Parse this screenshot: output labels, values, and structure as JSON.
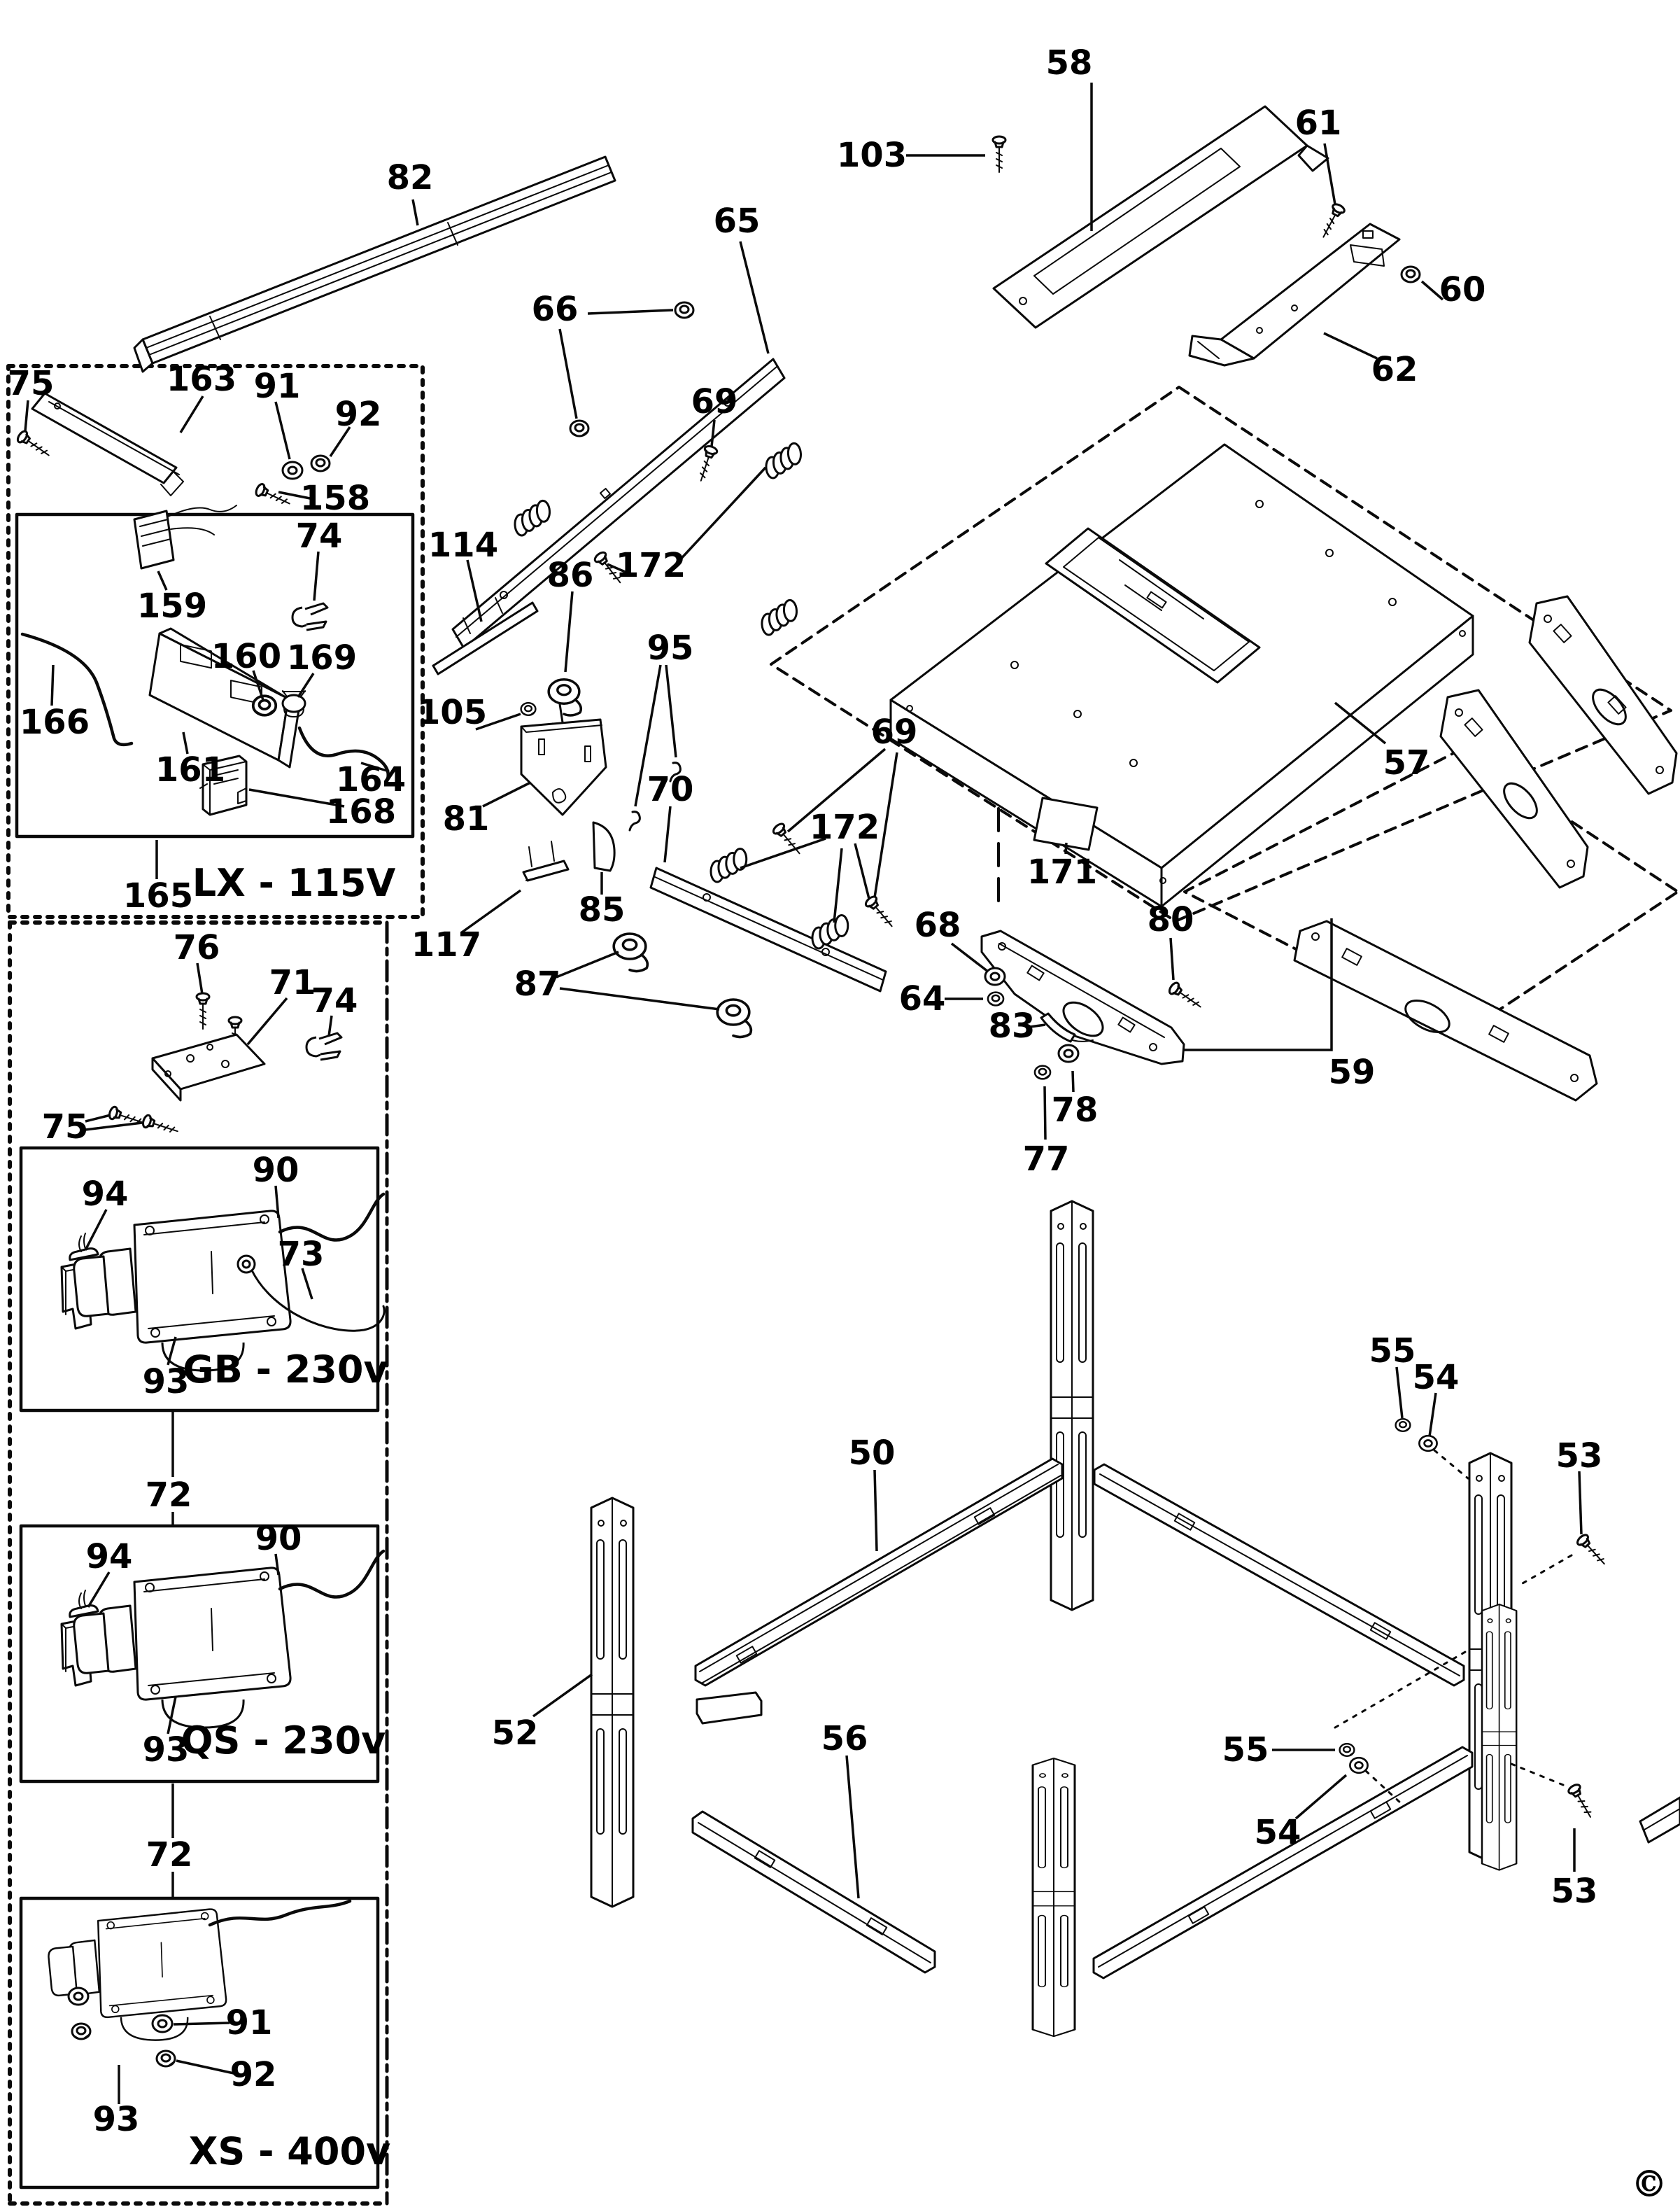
{
  "diagram": {
    "kind": "exploded-parts-diagram",
    "subject": "table saw bench / stand assembly service parts",
    "background_color": "#ffffff",
    "line_color": "#0a0a0a"
  },
  "callouts": {
    "50": "50",
    "52": "52",
    "53": "53",
    "54": "54",
    "55": "55",
    "56": "56",
    "57": "57",
    "58": "58",
    "59": "59",
    "60": "60",
    "61": "61",
    "62": "62",
    "64": "64",
    "65": "65",
    "66": "66",
    "68": "68",
    "69": "69",
    "70": "70",
    "71": "71",
    "72": "72",
    "73": "73",
    "74": "74",
    "75": "75",
    "76": "76",
    "77": "77",
    "78": "78",
    "80": "80",
    "81": "81",
    "82": "82",
    "83": "83",
    "85": "85",
    "86": "86",
    "87": "87",
    "90": "90",
    "91": "91",
    "92": "92",
    "93": "93",
    "94": "94",
    "95": "95",
    "103": "103",
    "105": "105",
    "114": "114",
    "117": "117",
    "158": "158",
    "159": "159",
    "160": "160",
    "161": "161",
    "163": "163",
    "164": "164",
    "165": "165",
    "166": "166",
    "168": "168",
    "169": "169",
    "171": "171",
    "172": "172"
  },
  "variants": {
    "lx": "LX - 115V",
    "gb": "GB - 230v",
    "qs": "QS - 230v",
    "xs": "XS - 400v"
  },
  "copyright": "©"
}
